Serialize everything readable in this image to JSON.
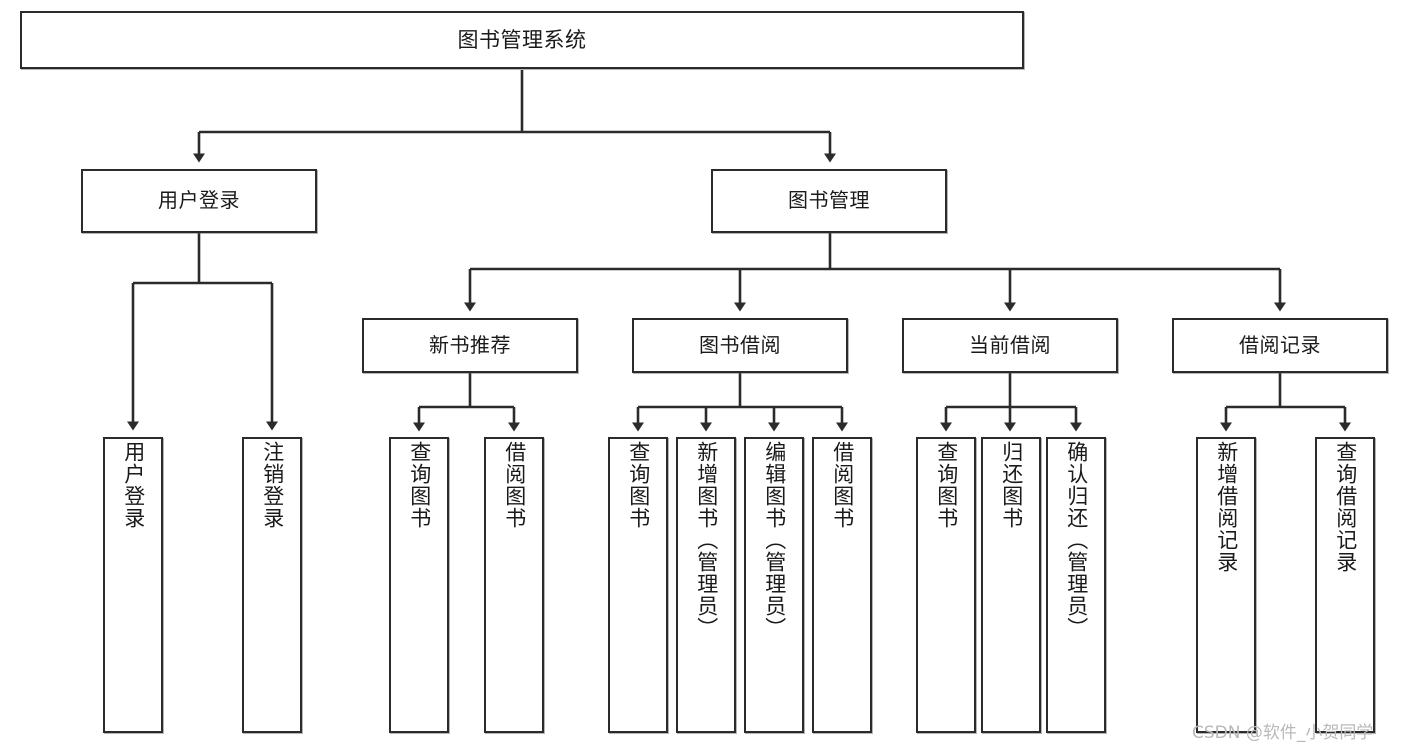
{
  "diagram": {
    "type": "hierarchy-tree",
    "title": "图书管理系统",
    "levels": 4,
    "colors": {
      "box_border": "#2b2b2b",
      "box_fill": "#ffffff",
      "edge": "#2b2b2b",
      "text": "#1a1a1a",
      "watermark": "#b9b9b9"
    },
    "nodes": {
      "root": {
        "label": "图书管理系统"
      },
      "level2": [
        {
          "id": "user-login",
          "label": "用户登录"
        },
        {
          "id": "book-manage",
          "label": "图书管理"
        }
      ],
      "level3": [
        {
          "id": "new-book-recommend",
          "label": "新书推荐"
        },
        {
          "id": "book-borrow",
          "label": "图书借阅"
        },
        {
          "id": "current-borrow",
          "label": "当前借阅"
        },
        {
          "id": "borrow-record",
          "label": "借阅记录"
        }
      ],
      "leaves": {
        "user-login": [
          {
            "id": "leaf-user-login",
            "label": "用户登录"
          },
          {
            "id": "leaf-logout-login",
            "label": "注销登录"
          }
        ],
        "new-book-recommend": [
          {
            "id": "leaf-query-book-1",
            "label": "查询图书"
          },
          {
            "id": "leaf-borrow-book-1",
            "label": "借阅图书"
          }
        ],
        "book-borrow": [
          {
            "id": "leaf-query-book-2",
            "label": "查询图书"
          },
          {
            "id": "leaf-add-book",
            "label": "新增图书（管理员）"
          },
          {
            "id": "leaf-edit-book",
            "label": "编辑图书（管理员）"
          },
          {
            "id": "leaf-borrow-book-2",
            "label": "借阅图书"
          }
        ],
        "current-borrow": [
          {
            "id": "leaf-query-book-3",
            "label": "查询图书"
          },
          {
            "id": "leaf-return-book",
            "label": "归还图书"
          },
          {
            "id": "leaf-confirm-return",
            "label": "确认归还（管理员）"
          }
        ],
        "borrow-record": [
          {
            "id": "leaf-add-record",
            "label": "新增借阅记录"
          },
          {
            "id": "leaf-query-record",
            "label": "查询借阅记录"
          }
        ]
      }
    },
    "watermark": "CSDN @软件_小贺同学"
  }
}
